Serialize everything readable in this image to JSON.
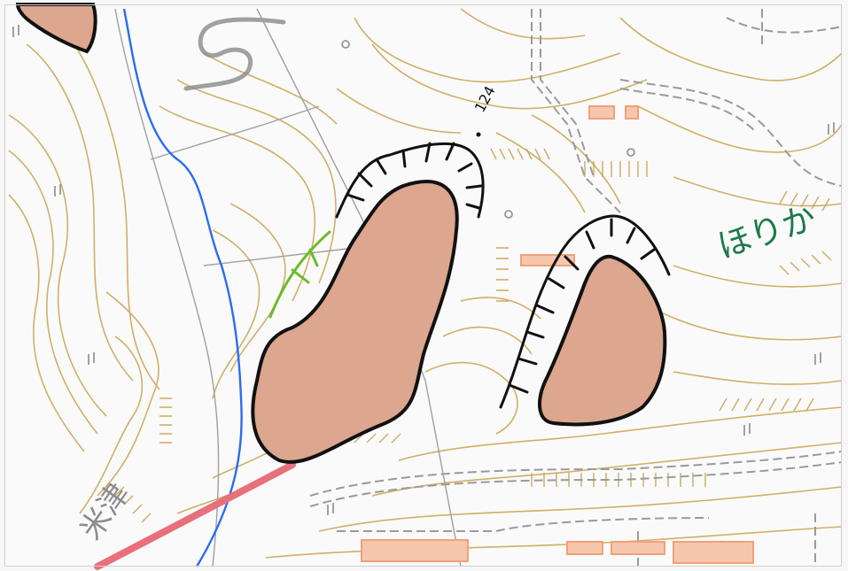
{
  "map": {
    "labels": {
      "place_name": "ほりか",
      "place_partial": "米津",
      "elevation": "124"
    },
    "colors": {
      "background": "#f7f7f7",
      "contour": "#c9a24e",
      "building": "#f2a07a",
      "river": "#2a6cf0",
      "road_red": "#e8707a",
      "road_gray": "#9a9a9a",
      "landslide_fill": "#dca68f",
      "scarp": "#111111",
      "vegetation_line": "#6dbb2c",
      "label_green": "#1d7a4a"
    },
    "icons": {
      "landslide": "landslide-deposit-icon",
      "scarp": "scarp-hachure-icon",
      "elevation_point": "elevation-point-icon"
    }
  }
}
